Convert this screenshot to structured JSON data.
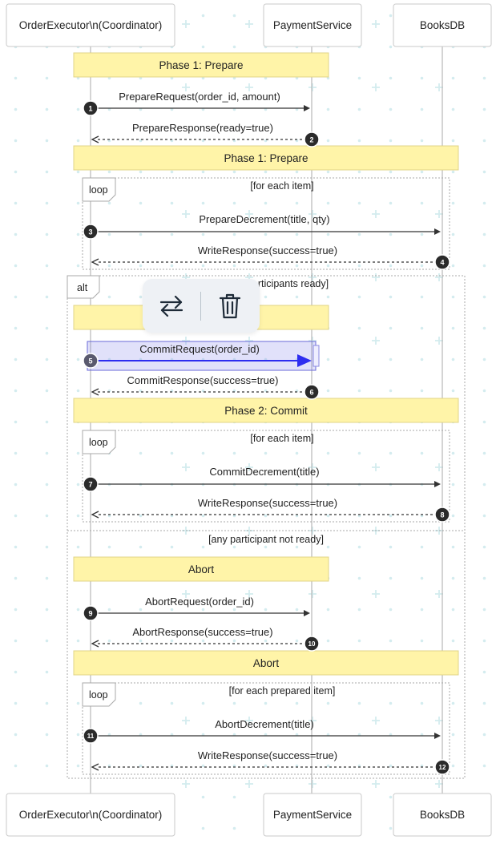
{
  "participants": [
    {
      "id": "coord",
      "label": "OrderExecutor\\n(Coordinator)"
    },
    {
      "id": "pay",
      "label": "PaymentService"
    },
    {
      "id": "db",
      "label": "BooksDB"
    }
  ],
  "notes": [
    {
      "text": "Phase 1: Prepare",
      "span": "coord-pay"
    },
    {
      "text": "Phase 1: Prepare",
      "span": "coord-db"
    },
    {
      "text": "",
      "span": "coord-pay"
    },
    {
      "text": "Phase 2: Commit",
      "span": "coord-db"
    },
    {
      "text": "Abort",
      "span": "coord-pay"
    },
    {
      "text": "Abort",
      "span": "coord-db"
    }
  ],
  "messages": [
    {
      "seq": "1",
      "from": "coord",
      "to": "pay",
      "text": "PrepareRequest(order_id, amount)",
      "style": "solid"
    },
    {
      "seq": "2",
      "from": "pay",
      "to": "coord",
      "text": "PrepareResponse(ready=true)",
      "style": "dashed"
    },
    {
      "seq": "3",
      "from": "coord",
      "to": "db",
      "text": "PrepareDecrement(title, qty)",
      "style": "solid"
    },
    {
      "seq": "4",
      "from": "db",
      "to": "coord",
      "text": "WriteResponse(success=true)",
      "style": "dashed"
    },
    {
      "seq": "5",
      "from": "coord",
      "to": "pay",
      "text": "CommitRequest(order_id)",
      "style": "solid",
      "selected": true
    },
    {
      "seq": "6",
      "from": "pay",
      "to": "coord",
      "text": "CommitResponse(success=true)",
      "style": "dashed"
    },
    {
      "seq": "7",
      "from": "coord",
      "to": "db",
      "text": "CommitDecrement(title)",
      "style": "solid"
    },
    {
      "seq": "8",
      "from": "db",
      "to": "coord",
      "text": "WriteResponse(success=true)",
      "style": "dashed"
    },
    {
      "seq": "9",
      "from": "coord",
      "to": "pay",
      "text": "AbortRequest(order_id)",
      "style": "solid"
    },
    {
      "seq": "10",
      "from": "pay",
      "to": "coord",
      "text": "AbortResponse(success=true)",
      "style": "dashed"
    },
    {
      "seq": "11",
      "from": "coord",
      "to": "db",
      "text": "AbortDecrement(title)",
      "style": "solid"
    },
    {
      "seq": "12",
      "from": "db",
      "to": "coord",
      "text": "WriteResponse(success=true)",
      "style": "dashed"
    }
  ],
  "fragments": [
    {
      "kind": "loop",
      "label": "loop",
      "condition": "[for each item]"
    },
    {
      "kind": "alt",
      "label": "alt",
      "condition": "rticipants ready]",
      "else_condition": "[any participant not ready]"
    },
    {
      "kind": "loop",
      "label": "loop",
      "condition": "[for each item]"
    },
    {
      "kind": "loop",
      "label": "loop",
      "condition": "[for each prepared item]"
    }
  ],
  "toolbar": {
    "buttons": [
      {
        "name": "swap-direction-button",
        "icon": "swap-arrows-icon"
      },
      {
        "name": "delete-button",
        "icon": "trash-icon"
      }
    ]
  },
  "colors": {
    "note_fill": "#fff4a8",
    "selection_fill": "#d9d9fa",
    "selection_arrow": "#2d2df0",
    "background_cross": "#d4ecef"
  }
}
